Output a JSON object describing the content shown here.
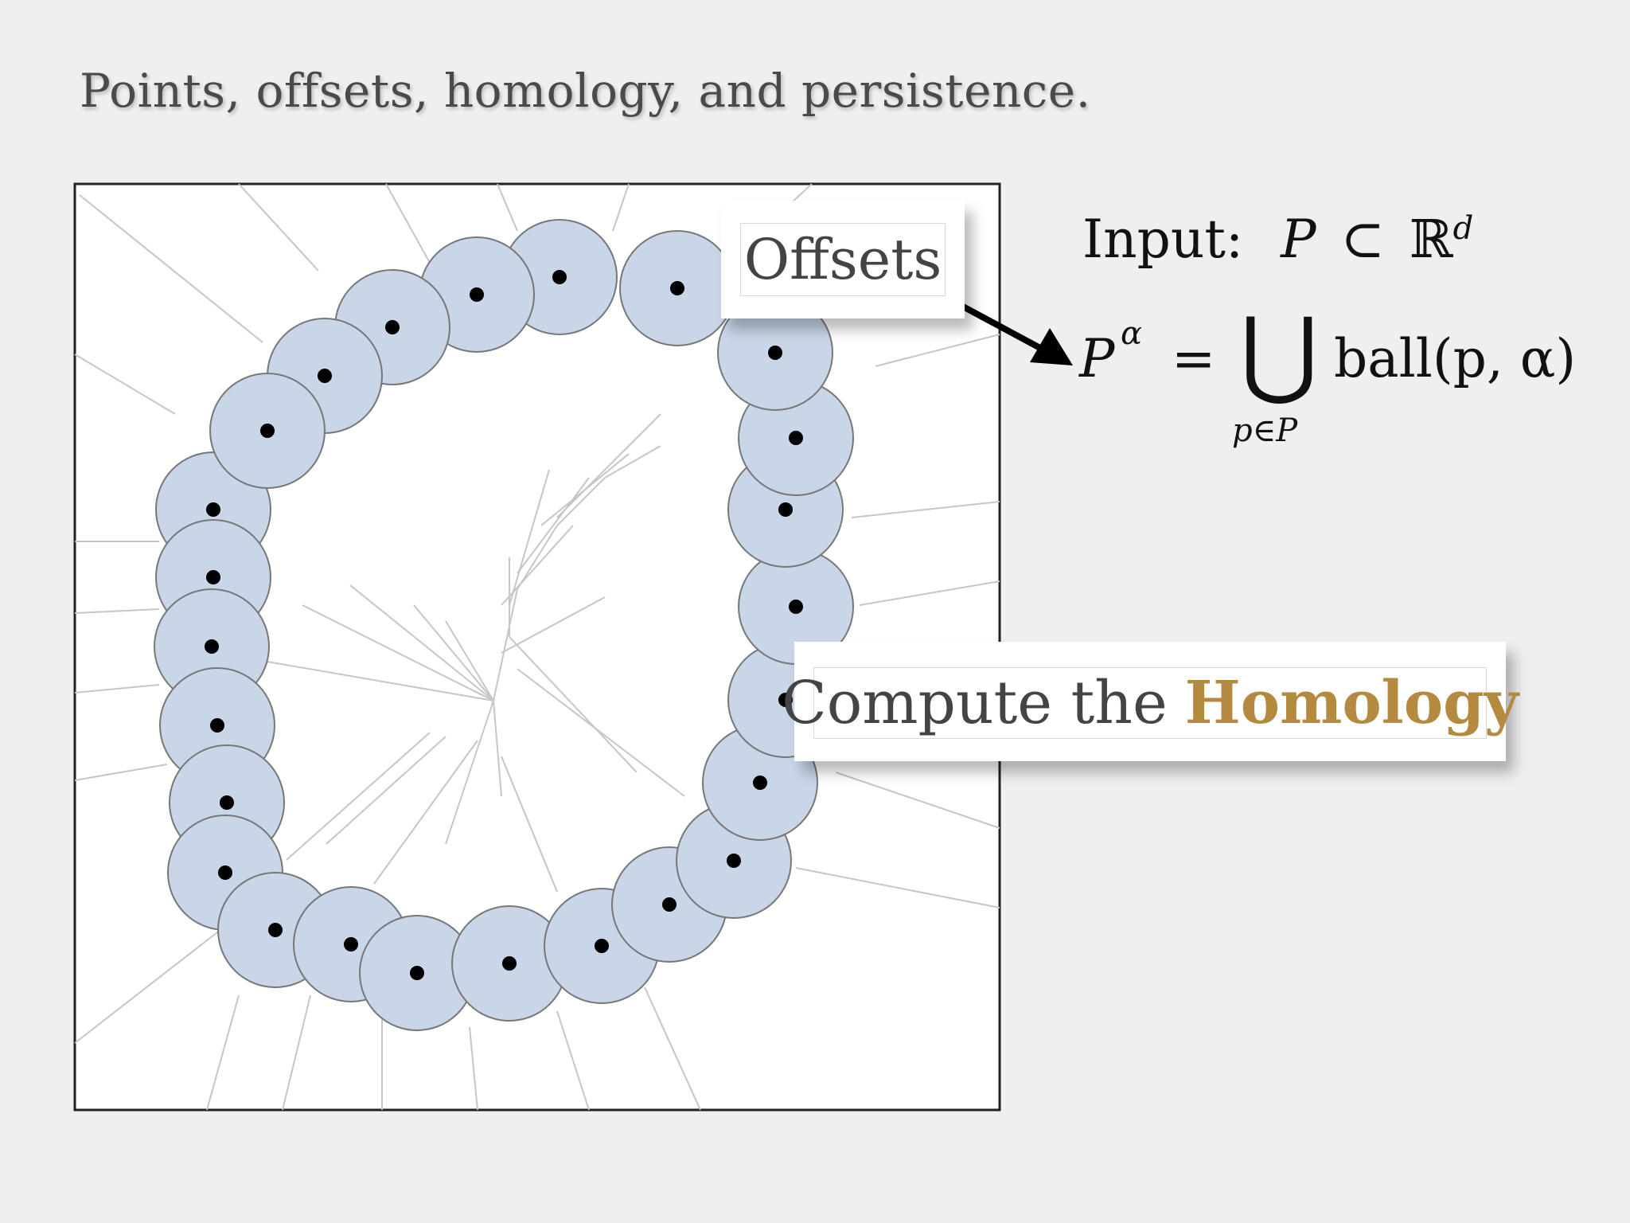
{
  "title": "Points, offsets, homology, and persistence.",
  "offsets_label": "Offsets",
  "homology_label": {
    "prefix": "Compute the",
    "highlight": "Homology",
    "highlight_color": "#b38a3f"
  },
  "input_formula": {
    "label": "Input:",
    "set": "P",
    "subset_symbol": "⊂",
    "space": "ℝ",
    "dimension": "d"
  },
  "offset_formula": {
    "lhs": "P",
    "lhs_superscript": "α",
    "equals": "=",
    "union_symbol": "⋃",
    "union_subscript": "p∈P",
    "term": "ball(p, α)"
  },
  "colors": {
    "background": "#efeef0",
    "ball_fill": "#c9d6e8",
    "ball_stroke": "#777777",
    "voronoi_edge": "#c6c6c8",
    "point": "#000000",
    "frame": "#222222"
  }
}
